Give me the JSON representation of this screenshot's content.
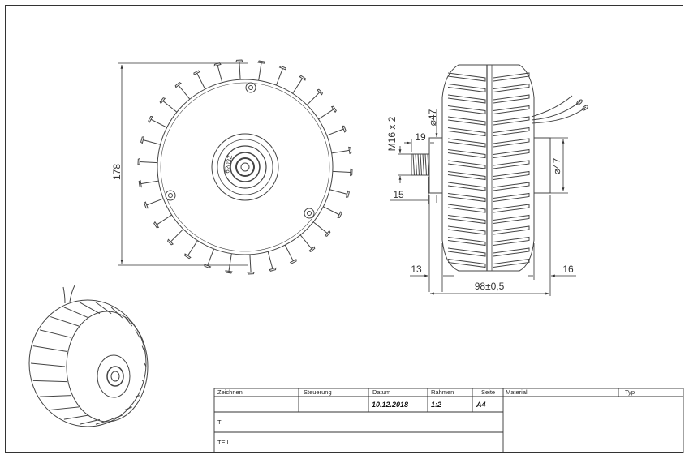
{
  "dimensions": {
    "front_diameter": "178",
    "thread": "M16 x 2",
    "shaft_len_19": "19",
    "shaft_len_15": "15",
    "hub_left_diam": "⌀47",
    "hub_right_diam": "⌀47",
    "left_offset": "13",
    "right_offset": "16",
    "overall_width": "98±0,5"
  },
  "bearing_text": "6203Z",
  "title_block": {
    "headers": {
      "zeichnen": "Zeichnen",
      "steuerung": "Steuerung",
      "datum": "Datum",
      "rahmen": "Rahmen",
      "seite": "Seite",
      "material": "Material",
      "typ": "Typ"
    },
    "values": {
      "datum": "10.12.2018",
      "rahmen": "1:2",
      "seite": "A4"
    },
    "row_labels": {
      "row2": "TI",
      "row3": "TEII"
    }
  }
}
